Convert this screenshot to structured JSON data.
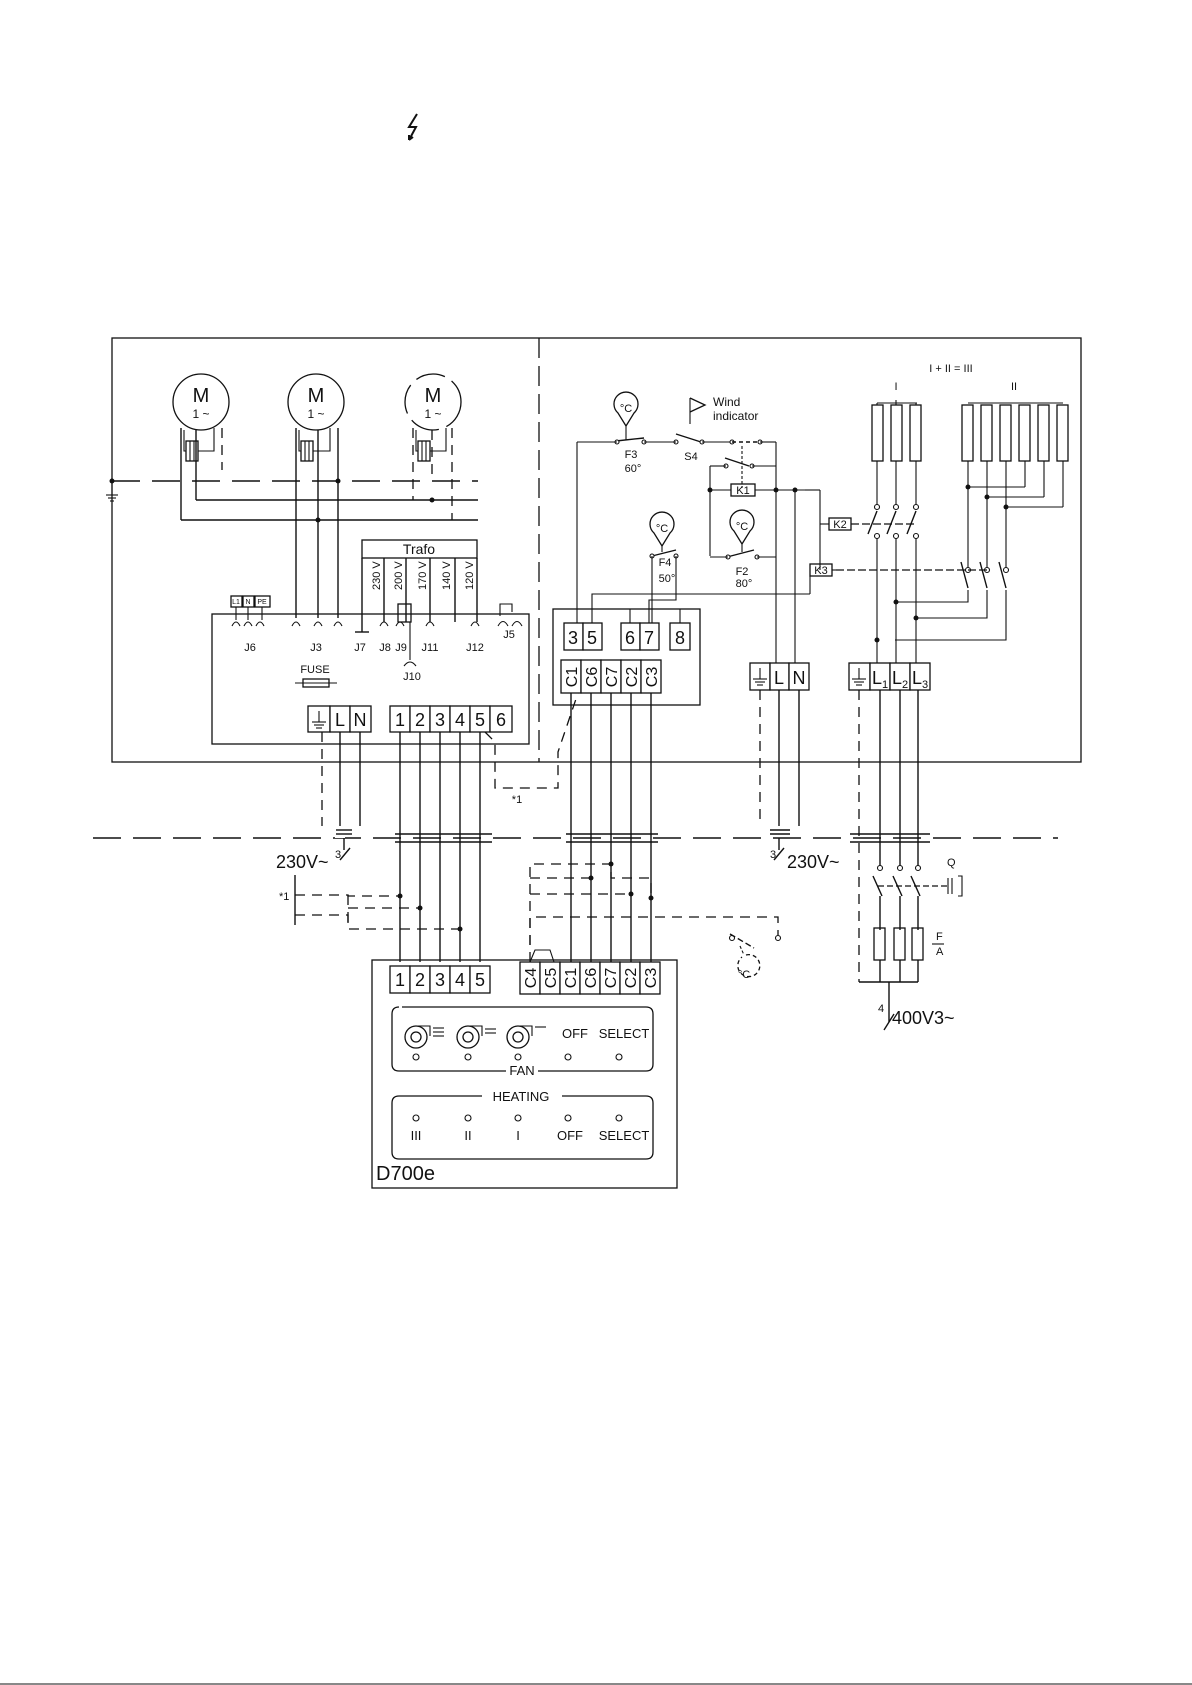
{
  "motors": [
    {
      "symbol": "M",
      "phase": "1 ~"
    },
    {
      "symbol": "M",
      "phase": "1 ~"
    },
    {
      "symbol": "M",
      "phase": "1 ~"
    }
  ],
  "trafo": {
    "label": "Trafo",
    "taps": [
      "230 V",
      "200 V",
      "170 V",
      "140 V",
      "120 V"
    ]
  },
  "main_board": {
    "connectors": [
      "J6",
      "J3",
      "J7",
      "J8",
      "J9",
      "J11",
      "J12",
      "J5",
      "J10"
    ],
    "j6_pins": [
      "L1",
      "N",
      "PE"
    ],
    "fuse_label": "FUSE",
    "power_terminals": [
      "L",
      "N"
    ],
    "signal_terminals": [
      "1",
      "2",
      "3",
      "4",
      "5",
      "6"
    ]
  },
  "relay_board": {
    "top_terminals": [
      "3",
      "5",
      "6",
      "7",
      "8"
    ],
    "bottom_terminals": [
      "C1",
      "C6",
      "C7",
      "C2",
      "C3"
    ]
  },
  "thermostats": [
    {
      "symbol": "°C",
      "name": "F3",
      "temp": "60°"
    },
    {
      "symbol": "°C",
      "name": "F4",
      "temp": "50°"
    },
    {
      "symbol": "°C",
      "name": "F2",
      "temp": "80°"
    }
  ],
  "wind_indicator": {
    "line1": "Wind",
    "line2": "indicator"
  },
  "switches": {
    "s4": "S4"
  },
  "relays": [
    "K1",
    "K2",
    "K3"
  ],
  "supply_230": {
    "terminals": [
      "L",
      "N"
    ]
  },
  "supply_400": {
    "terminals": [
      "L",
      "L",
      "L"
    ],
    "subscripts": [
      "1",
      "2",
      "3"
    ]
  },
  "heater_groups": {
    "formula": "I + II = III",
    "group1": "I",
    "group2": "II"
  },
  "feed_labels": {
    "left_230": "230V~",
    "left_230_count": "3",
    "right_230": "230V~",
    "right_230_count": "3",
    "supply_400": "400V3~",
    "supply_400_count": "4",
    "breaker": "Q",
    "fuse_f": "F",
    "fuse_a": "A",
    "note_mark": "*1",
    "note_mark_left": "*1"
  },
  "controller": {
    "model": "D700e",
    "left_terminals": [
      "1",
      "2",
      "3",
      "4",
      "5"
    ],
    "right_terminals": [
      "C4",
      "C5",
      "C1",
      "C6",
      "C7",
      "C2",
      "C3"
    ],
    "fan_panel": {
      "title": "FAN",
      "off": "OFF",
      "select": "SELECT"
    },
    "heating_panel": {
      "title": "HEATING",
      "levels": [
        "III",
        "II",
        "I"
      ],
      "off": "OFF",
      "select": "SELECT"
    },
    "ext_sensor_symbol": "°C"
  }
}
